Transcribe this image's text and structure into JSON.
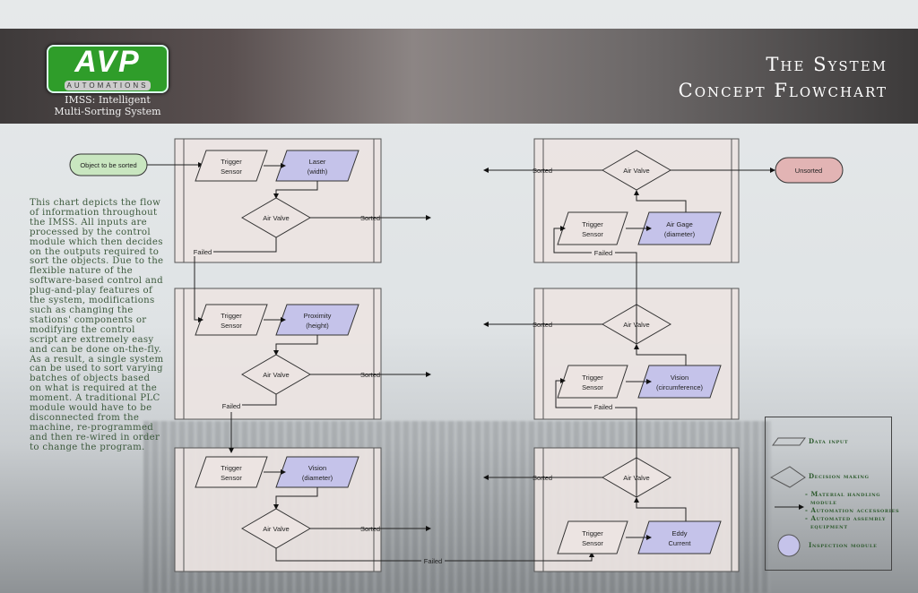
{
  "header": {
    "logo_text": "AVP",
    "logo_subtext": "AUTOMATIONS",
    "tagline_line1": "IMSS: Intelligent",
    "tagline_line2": "Multi-Sorting System",
    "title_line1": "The System",
    "title_line2": "Concept Flowchart"
  },
  "description": "This chart depicts the flow of information throughout the IMSS. All inputs are processed by the control module which then decides on the outputs required to sort the objects. Due to the flexible nature of the software-based control and plug-and-play features of the system, modifications such as changing the stations' components or modifying the control script are extremely easy and can be done on-the-fly. As a result, a single system can be used to sort varying batches of objects based on what is required at the moment. A traditional PLC module would have to be disconnected from the machine, re-programmed and then re-wired in order to change the program.",
  "flow": {
    "start": "Object to be sorted",
    "end": "Unsorted",
    "trigger": "Trigger",
    "sensor": "Sensor",
    "air_valve": "Air Valve",
    "sorted": "Sorted",
    "failed": "Failed",
    "modules": [
      {
        "l1": "Laser",
        "l2": "(width)"
      },
      {
        "l1": "Proximity",
        "l2": "(height)"
      },
      {
        "l1": "Vision",
        "l2": "(diameter)"
      },
      {
        "l1": "Eddy",
        "l2": "Current"
      },
      {
        "l1": "Vision",
        "l2": "(circumference)"
      },
      {
        "l1": "Air Gage",
        "l2": "(diameter)"
      }
    ]
  },
  "legend": {
    "data_input": "Data input",
    "decision": "Decision making",
    "items": [
      "- Material handling",
      "module",
      "- Automation accessories",
      "- Automated assembly",
      "equipment"
    ],
    "inspection": "Inspection module"
  },
  "colors": {
    "module_bg": "#ece4e2",
    "inspection": "#c5c3ea",
    "start": "#c9e6c0",
    "end": "#e2b4b4"
  }
}
